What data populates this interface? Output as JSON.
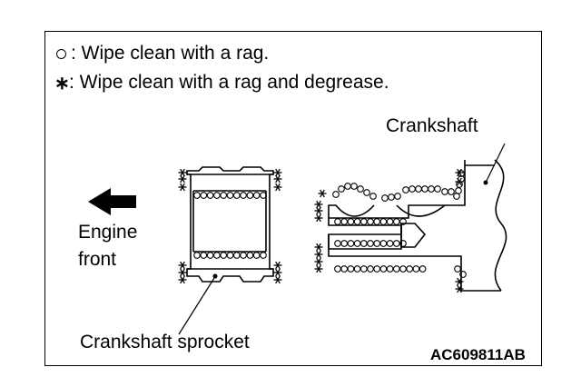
{
  "legend": {
    "items": [
      {
        "symbol": "○",
        "symbol_name": "circle-symbol",
        "text": ": Wipe clean with a rag."
      },
      {
        "symbol": "∗",
        "symbol_name": "asterisk-symbol",
        "text": ": Wipe clean with a rag and degrease."
      }
    ]
  },
  "labels": {
    "crankshaft": "Crankshaft",
    "engine_front_line1": "Engine",
    "engine_front_line2": "front",
    "sprocket": "Crankshaft sprocket",
    "figure_code": "AC609811AB"
  },
  "icons": {
    "arrow": "arrow-left-icon"
  }
}
